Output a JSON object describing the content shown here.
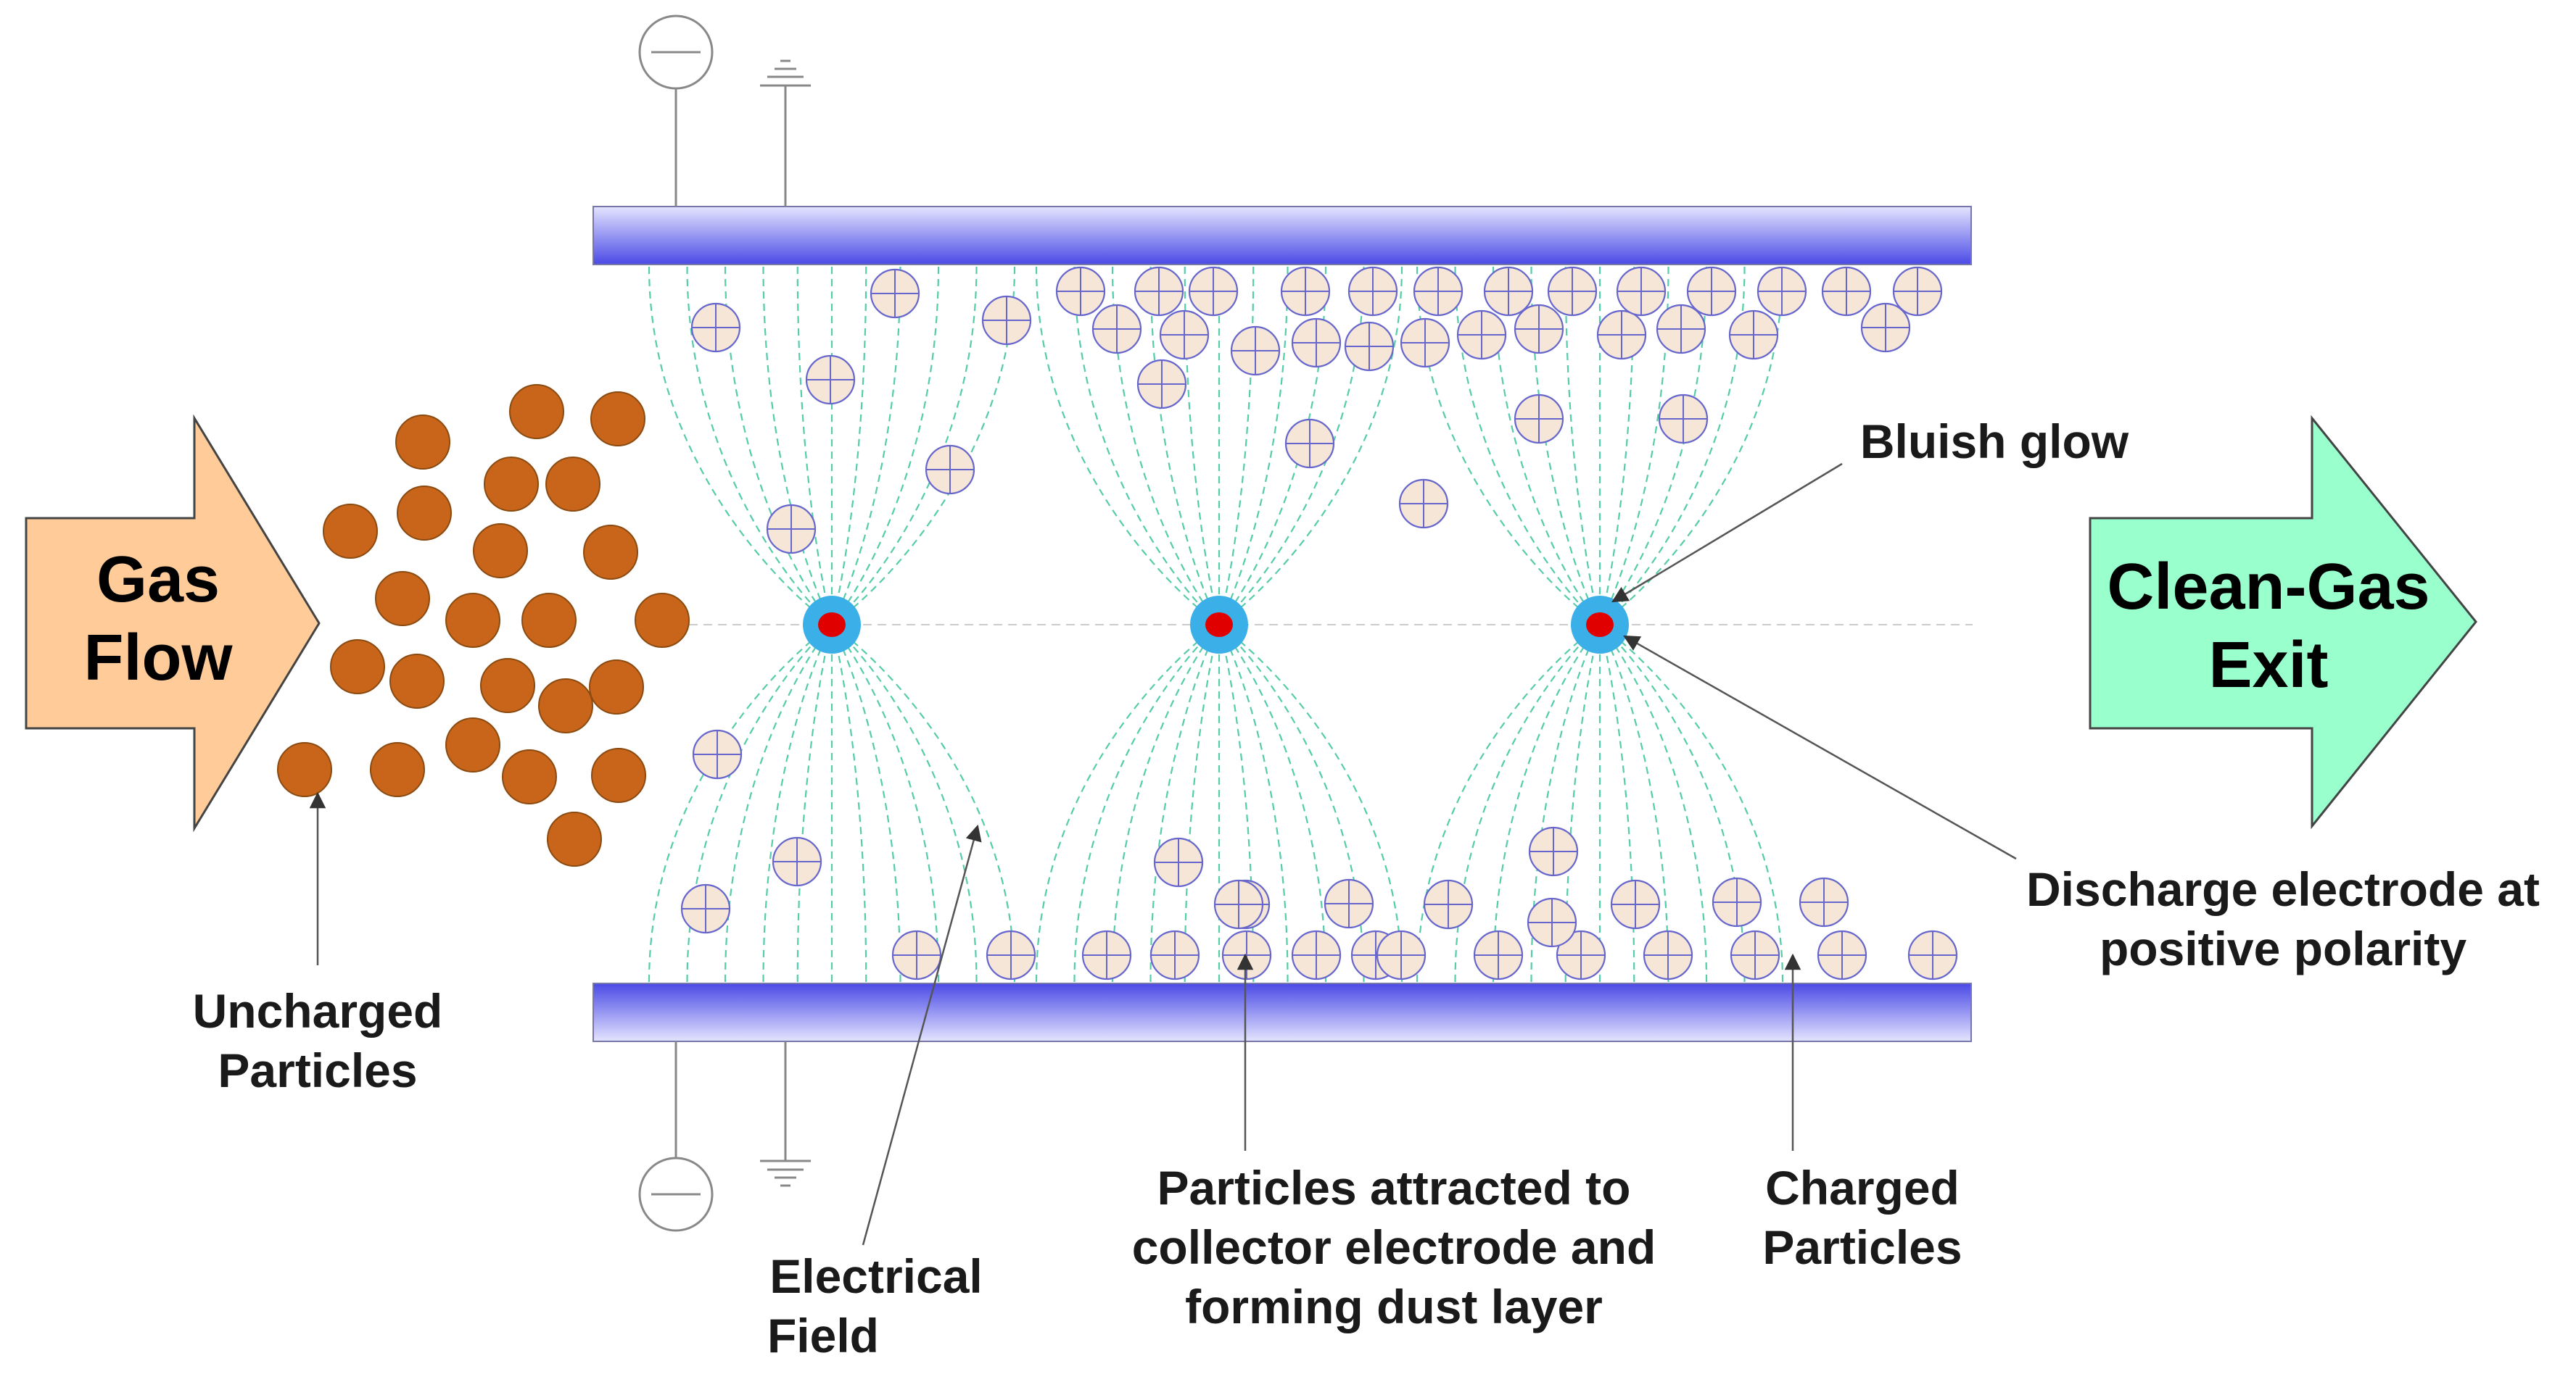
{
  "inlet_arrow": {
    "line1": "Gas",
    "line2": "Flow",
    "color": "#FFCC99"
  },
  "outlet_arrow": {
    "line1": "Clean-Gas",
    "line2": "Exit",
    "color": "#99FFCC"
  },
  "labels": {
    "bluish_glow": "Bluish glow",
    "discharge_line1": "Discharge electrode at",
    "discharge_line2": "positive polarity",
    "uncharged_line1": "Uncharged",
    "uncharged_line2": "Particles",
    "field_line1": "Electrical",
    "field_line2": "Field",
    "collector_line1": "Particles attracted to",
    "collector_line2": "collector electrode and",
    "collector_line3": "forming dust layer",
    "charged_line1": "Charged",
    "charged_line2": "Particles"
  },
  "colors": {
    "plate_dark": "#5555EE",
    "plate_light": "#D8D8FF",
    "uncharged_particle": "#C8651B",
    "charged_particle_fill": "#F5E6D8",
    "charged_particle_stroke": "#6666CC",
    "glow": "#3BB0E8",
    "electrode_core": "#E00000",
    "field_line": "#55CCAA"
  },
  "symbols": {
    "negative_terminal": "negative-terminal-icon",
    "ground": "ground-icon"
  }
}
